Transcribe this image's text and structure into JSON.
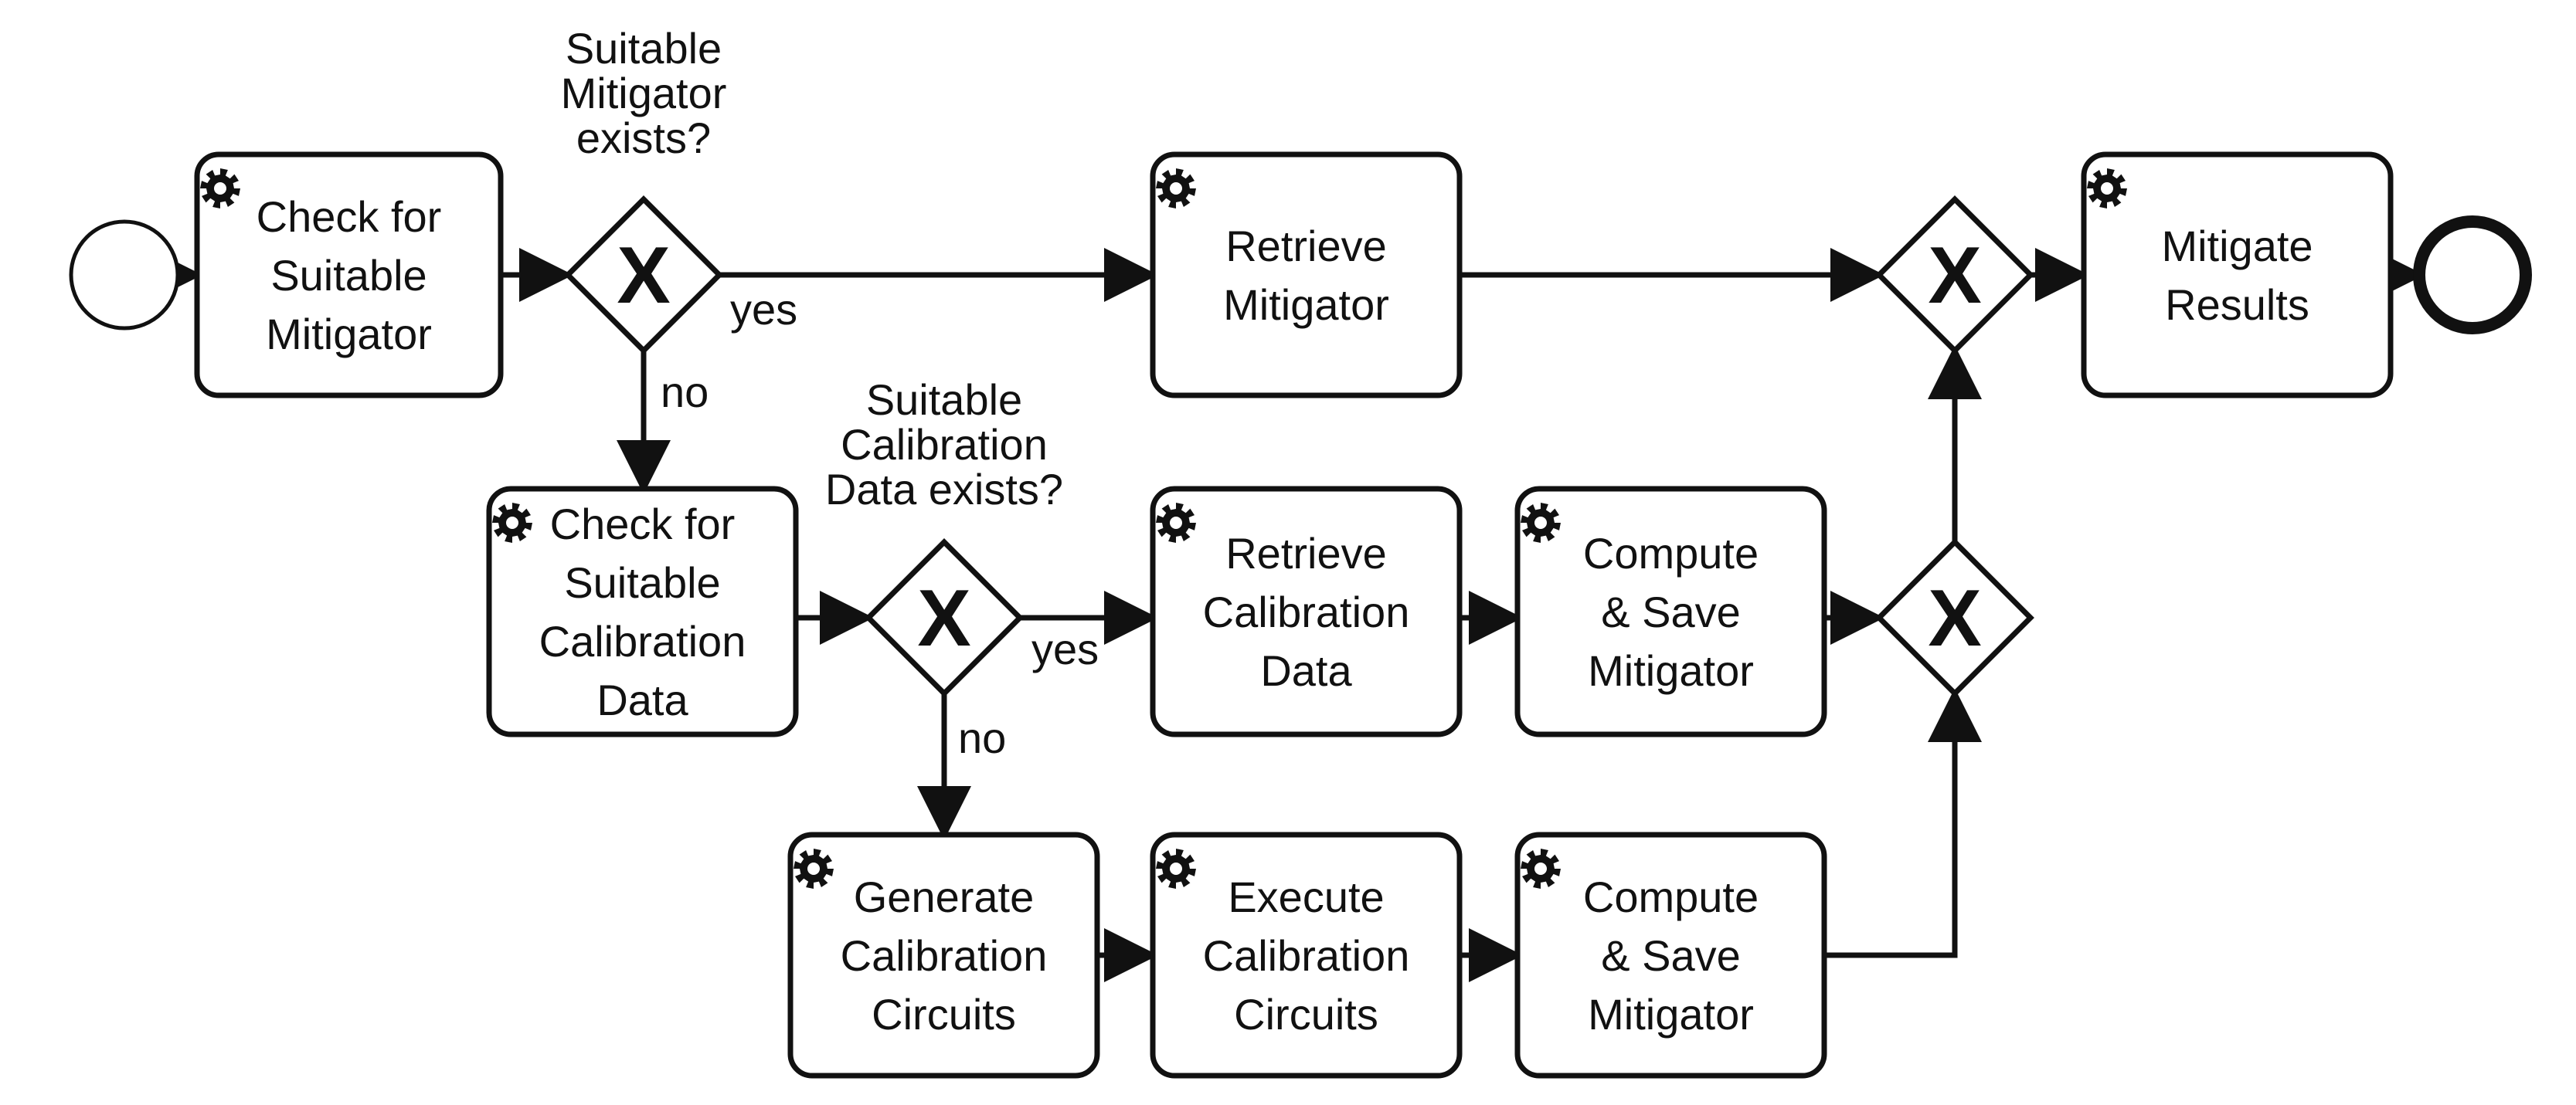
{
  "colors": {
    "stroke": "#111111",
    "fill": "#ffffff"
  },
  "events": {
    "start": "start-event",
    "end": "end-event"
  },
  "tasks": {
    "check_mitigator": {
      "icon": "gear-icon",
      "lines": [
        "Check for",
        "Suitable",
        "Mitigator"
      ]
    },
    "retrieve_mitigator": {
      "icon": "gear-icon",
      "lines": [
        "Retrieve",
        "Mitigator"
      ]
    },
    "mitigate_results": {
      "icon": "gear-icon",
      "lines": [
        "Mitigate",
        "Results"
      ]
    },
    "check_calibration": {
      "icon": "gear-icon",
      "lines": [
        "Check for",
        "Suitable",
        "Calibration",
        "Data"
      ]
    },
    "retrieve_calibration": {
      "icon": "gear-icon",
      "lines": [
        "Retrieve",
        "Calibration",
        "Data"
      ]
    },
    "compute_save_1": {
      "icon": "gear-icon",
      "lines": [
        "Compute",
        "& Save",
        "Mitigator"
      ]
    },
    "generate_circuits": {
      "icon": "gear-icon",
      "lines": [
        "Generate",
        "Calibration",
        "Circuits"
      ]
    },
    "execute_circuits": {
      "icon": "gear-icon",
      "lines": [
        "Execute",
        "Calibration",
        "Circuits"
      ]
    },
    "compute_save_2": {
      "icon": "gear-icon",
      "lines": [
        "Compute",
        "& Save",
        "Mitigator"
      ]
    }
  },
  "gateways": {
    "mark": "X",
    "mitigator_exists": {
      "question": [
        "Suitable",
        "Mitigator",
        "exists?"
      ]
    },
    "calibration_exists": {
      "question": [
        "Suitable",
        "Calibration",
        "Data exists?"
      ]
    },
    "merge_top": {
      "question": []
    },
    "merge_mid": {
      "question": []
    }
  },
  "edge_labels": {
    "yes_1": "yes",
    "no_1": "no",
    "yes_2": "yes",
    "no_2": "no"
  }
}
